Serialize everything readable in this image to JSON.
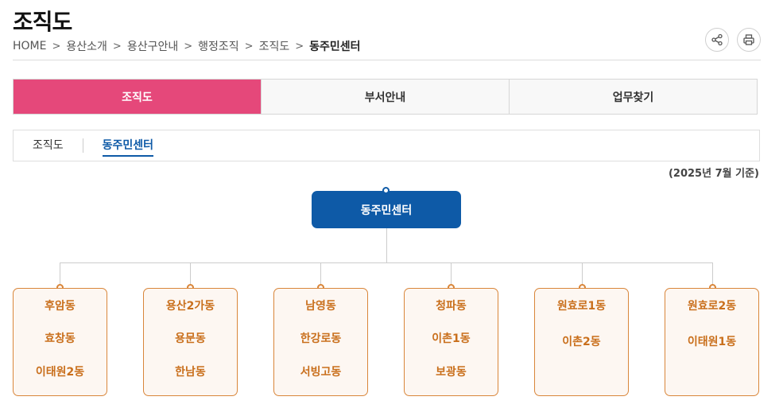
{
  "page": {
    "title": "조직도"
  },
  "breadcrumb": {
    "items": [
      "HOME",
      "용산소개",
      "용산구안내",
      "행정조직",
      "조직도"
    ],
    "current": "동주민센터",
    "separator": ">"
  },
  "actions": {
    "share_icon": "share-icon",
    "print_icon": "print-icon"
  },
  "tabs": [
    {
      "label": "조직도"
    },
    {
      "label": "부서안내"
    },
    {
      "label": "업무찾기"
    }
  ],
  "subtabs": [
    {
      "label": "조직도"
    },
    {
      "label": "동주민센터"
    }
  ],
  "basis_note": "(2025년 7월 기준)",
  "chart": {
    "root": "동주민센터",
    "groups": [
      [
        "후암동",
        "효창동",
        "이태원2동"
      ],
      [
        "용산2가동",
        "용문동",
        "한남동"
      ],
      [
        "남영동",
        "한강로동",
        "서빙고동"
      ],
      [
        "청파동",
        "이촌1동",
        "보광동"
      ],
      [
        "원효로1동",
        "이촌2동"
      ],
      [
        "원효로2동",
        "이태원1동"
      ]
    ]
  },
  "colors": {
    "active_tab": "#e5487a",
    "root_node": "#0e5aa7",
    "branch_border": "#d9863a",
    "branch_text": "#c96f1c",
    "branch_bg": "#fdf7f2"
  }
}
